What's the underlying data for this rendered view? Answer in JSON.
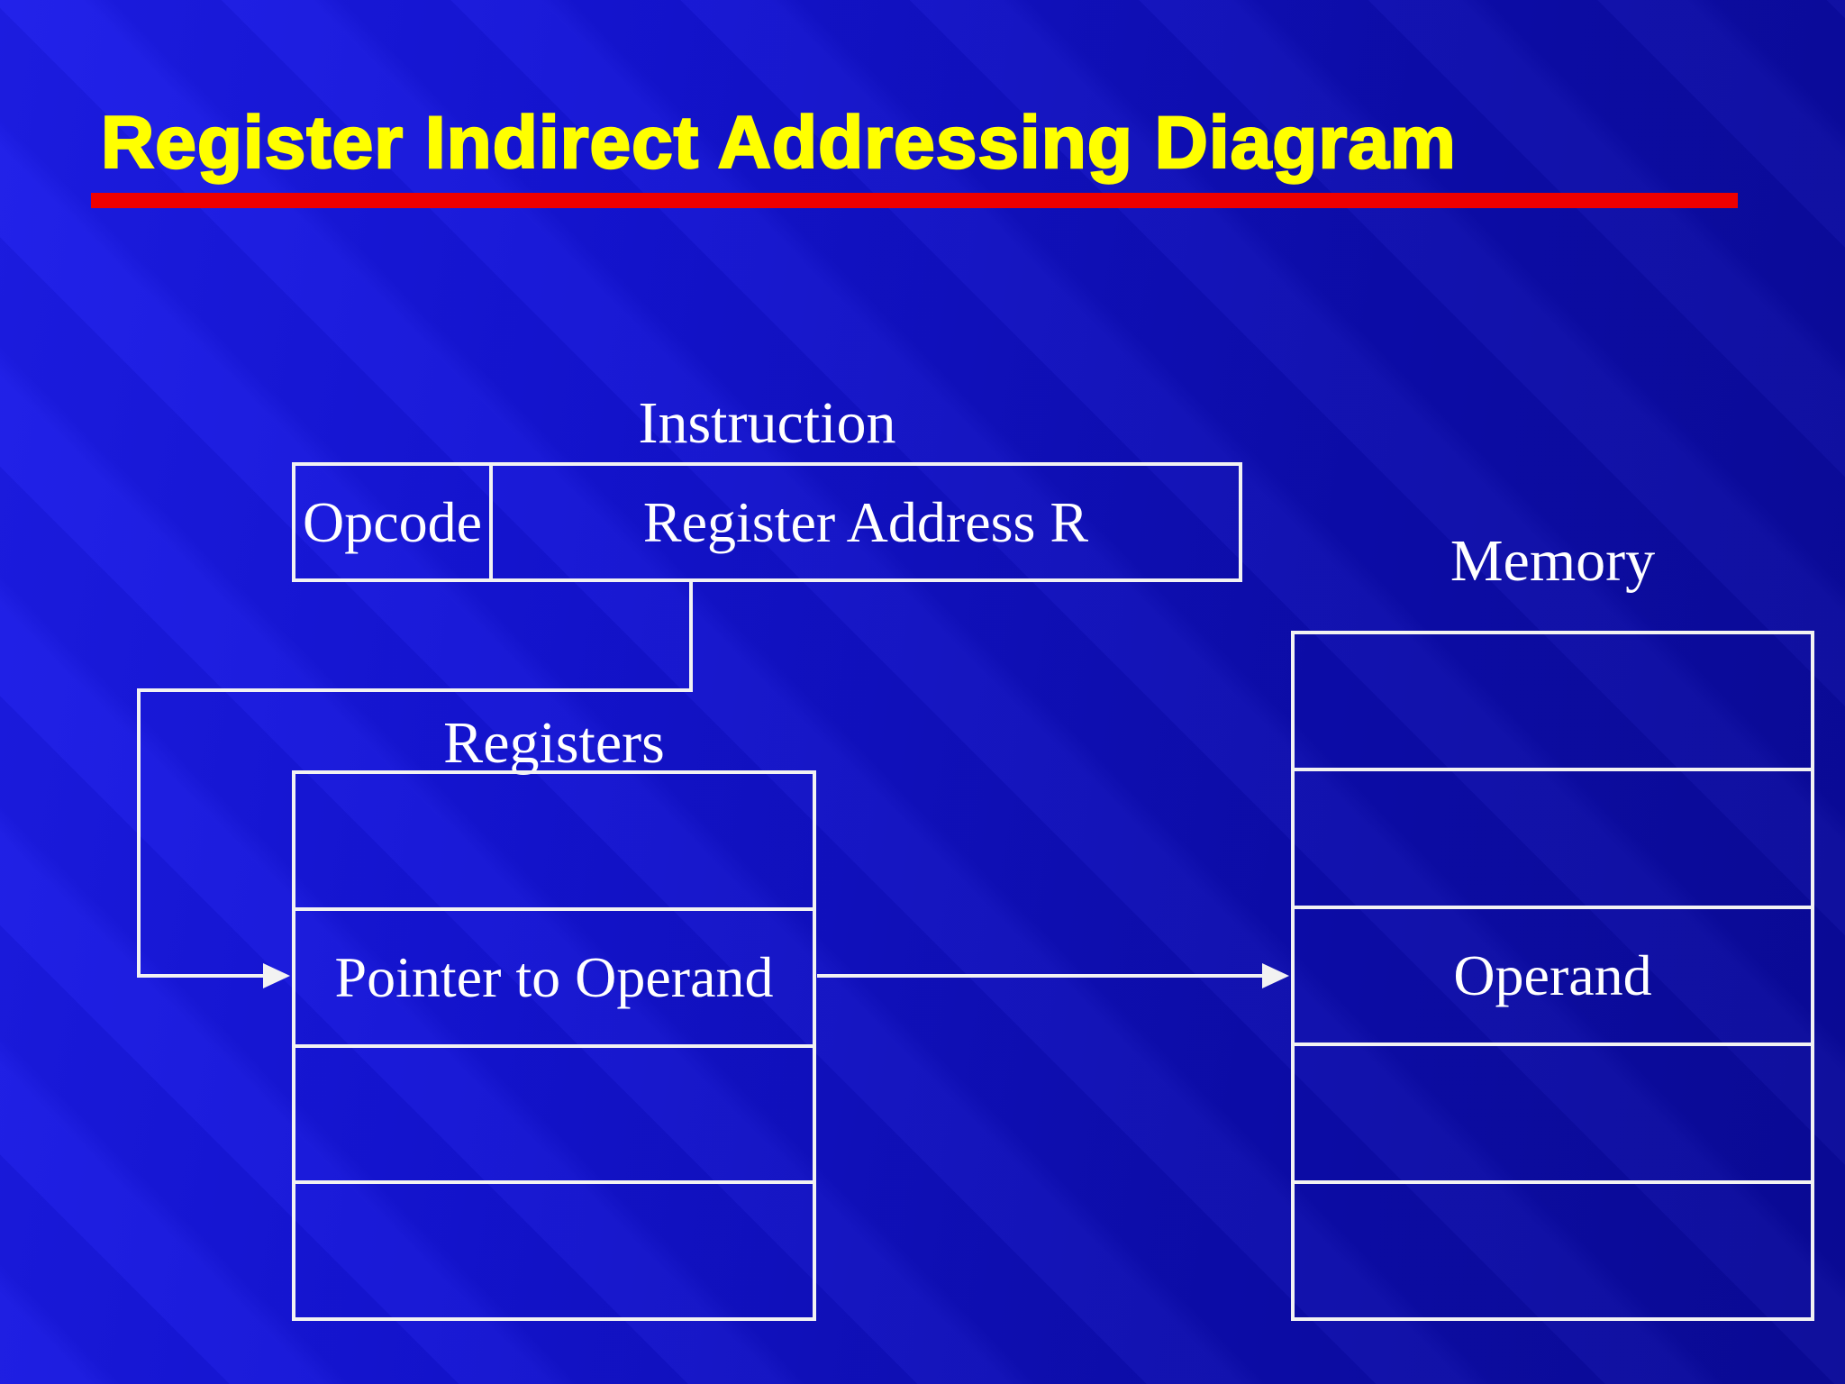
{
  "slide": {
    "title": "Register Indirect Addressing Diagram",
    "colors": {
      "background_left": "#1d1de9",
      "background_right": "#0a0a99",
      "title_text": "#ffff00",
      "title_underline": "#ee0000",
      "line": "#f2f2f2",
      "text": "#ffffff"
    }
  },
  "diagram": {
    "instruction": {
      "label": "Instruction",
      "opcode": "Opcode",
      "register_address": "Register Address R"
    },
    "registers": {
      "label": "Registers",
      "rows": [
        "",
        "Pointer to Operand",
        "",
        ""
      ]
    },
    "memory": {
      "label": "Memory",
      "rows": [
        "",
        "",
        "Operand",
        "",
        ""
      ]
    }
  }
}
